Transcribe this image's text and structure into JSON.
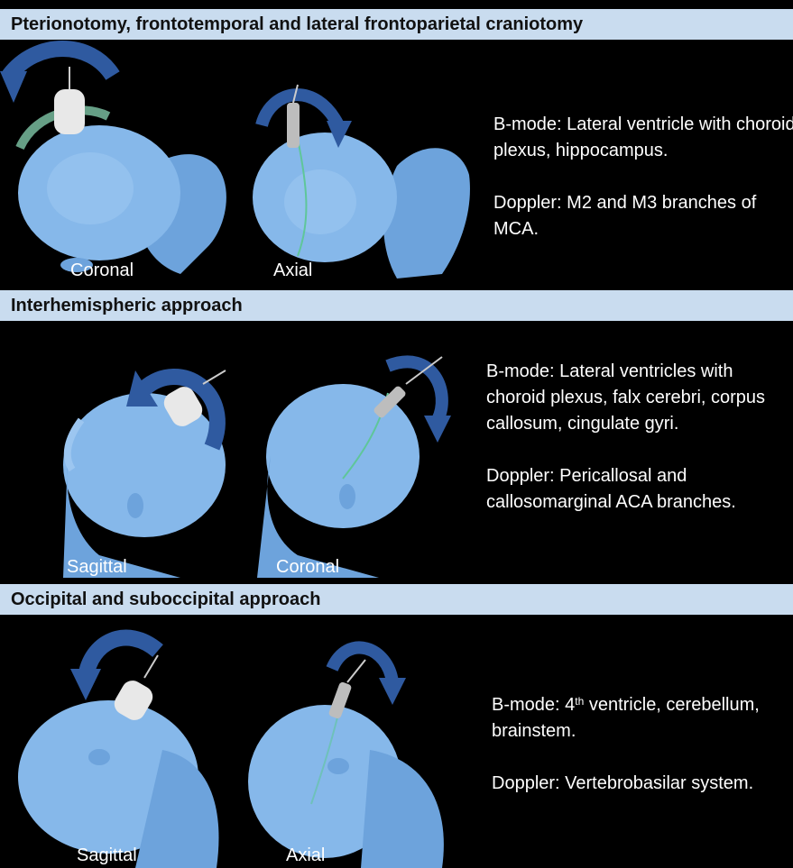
{
  "sections": [
    {
      "title": "Pterionotomy, frontotemporal and lateral frontoparietal craniotomy",
      "views": [
        "Coronal",
        "Axial"
      ],
      "bmode": "B-mode: Lateral ventricle with choroid plexus, hippocampus.",
      "doppler": "Doppler: M2 and M3 branches of MCA."
    },
    {
      "title": "Interhemispheric approach",
      "views": [
        "Sagittal",
        "Coronal"
      ],
      "bmode": "B-mode: Lateral ventricles with choroid plexus, falx cerebri, corpus callosum, cingulate gyri.",
      "doppler": "Doppler: Pericallosal and callosomarginal ACA branches."
    },
    {
      "title": "Occipital and suboccipital approach",
      "views": [
        "Sagittal",
        "Axial"
      ],
      "bmode_prefix": "B-mode: 4",
      "bmode_sup": "th",
      "bmode_rest": " ventricle, cerebellum, brainstem.",
      "doppler": "Doppler: Vertebrobasilar system."
    }
  ],
  "colors": {
    "header_bg": "#c9dcef",
    "head": "#7fb0e6",
    "arrow": "#2f5aa0",
    "probe": "#e8e8e8",
    "gel": "#7fc7a8"
  },
  "icons": [
    "head-model-icon",
    "rotation-arrow-icon",
    "ultrasound-probe-icon"
  ]
}
